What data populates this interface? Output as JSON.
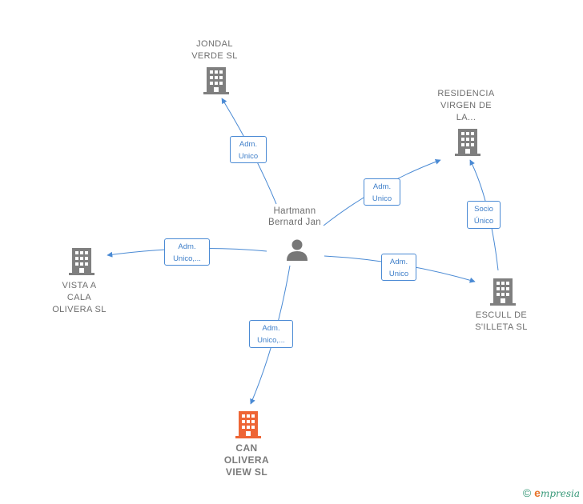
{
  "colors": {
    "edge": "#4a8ad4",
    "building": "#7f7f7f",
    "building_highlight": "#ee6535",
    "person": "#777777"
  },
  "person": {
    "name": "Hartmann\nBernard Jan"
  },
  "nodes": [
    {
      "id": "jondal",
      "label": "JONDAL\nVERDE  SL",
      "highlight": false
    },
    {
      "id": "residencia",
      "label": "RESIDENCIA\nVIRGEN DE\nLA...",
      "highlight": false
    },
    {
      "id": "vista",
      "label": "VISTA A\nCALA\nOLIVERA  SL",
      "highlight": false
    },
    {
      "id": "escull",
      "label": "ESCULL DE\nS'ILLETA  SL",
      "highlight": false
    },
    {
      "id": "can",
      "label": "CAN\nOLIVERA\nVIEW  SL",
      "highlight": true
    }
  ],
  "edges": [
    {
      "id": "e-jondal",
      "label": "Adm.\nUnico"
    },
    {
      "id": "e-residencia",
      "label": "Adm.\nUnico"
    },
    {
      "id": "e-vista",
      "label": "Adm.\nUnico,..."
    },
    {
      "id": "e-escull",
      "label": "Adm.\nUnico"
    },
    {
      "id": "e-can",
      "label": "Adm.\nUnico,..."
    },
    {
      "id": "e-socio",
      "label": "Socio\nÚnico"
    }
  ],
  "footer": {
    "copyright": "©",
    "brand_initial": "e",
    "brand_rest": "mpresia"
  }
}
